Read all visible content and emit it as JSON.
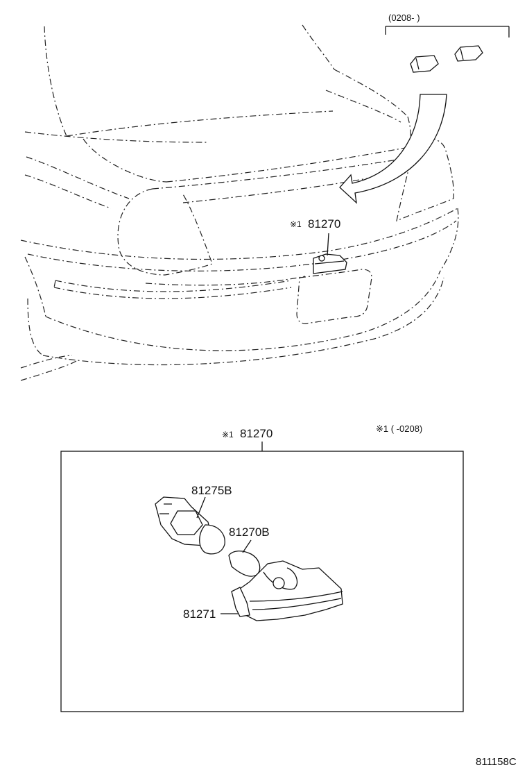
{
  "labels": {
    "inset_range": "(0208-      )",
    "callout_top_mark": "※1",
    "callout_top_number": "81270",
    "detail_mark": "※1",
    "detail_number": "81270",
    "footnote": "※1 (      -0208)",
    "part_socket": "81275B",
    "part_bulb": "81270B",
    "part_lens": "81271",
    "drawing_code": "811158C"
  },
  "colors": {
    "line": "#111111",
    "background": "#ffffff"
  }
}
